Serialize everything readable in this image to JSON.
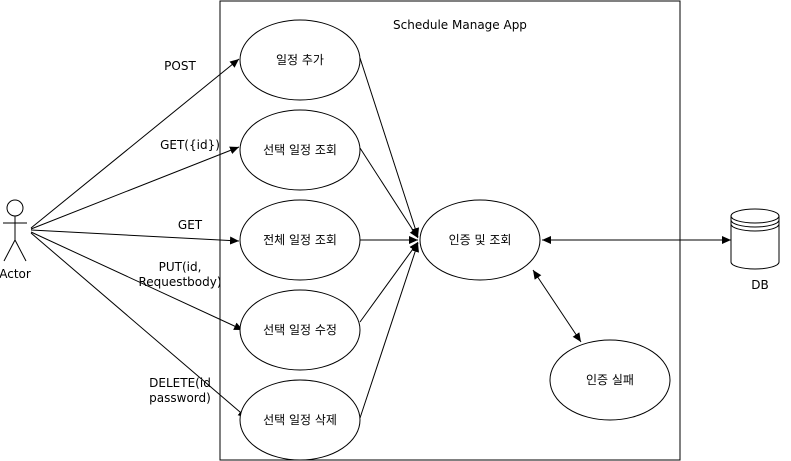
{
  "system": {
    "title": "Schedule Manage App"
  },
  "actor": {
    "label": "Actor"
  },
  "use_cases": {
    "add": "일정 추가",
    "get_one": "선택 일정 조회",
    "get_all": "전체 일정 조회",
    "update": "선택 일정 수정",
    "delete": "선택 일정 삭제",
    "auth": "인증 및 조회",
    "auth_fail": "인증 실패"
  },
  "edges": {
    "post": "POST",
    "get_id": "GET({id})",
    "get": "GET",
    "put_1": "PUT(id,",
    "put_2": "Requestbody)",
    "delete_1": "DELETE(id",
    "delete_2": "password)"
  },
  "db": {
    "label": "DB"
  }
}
